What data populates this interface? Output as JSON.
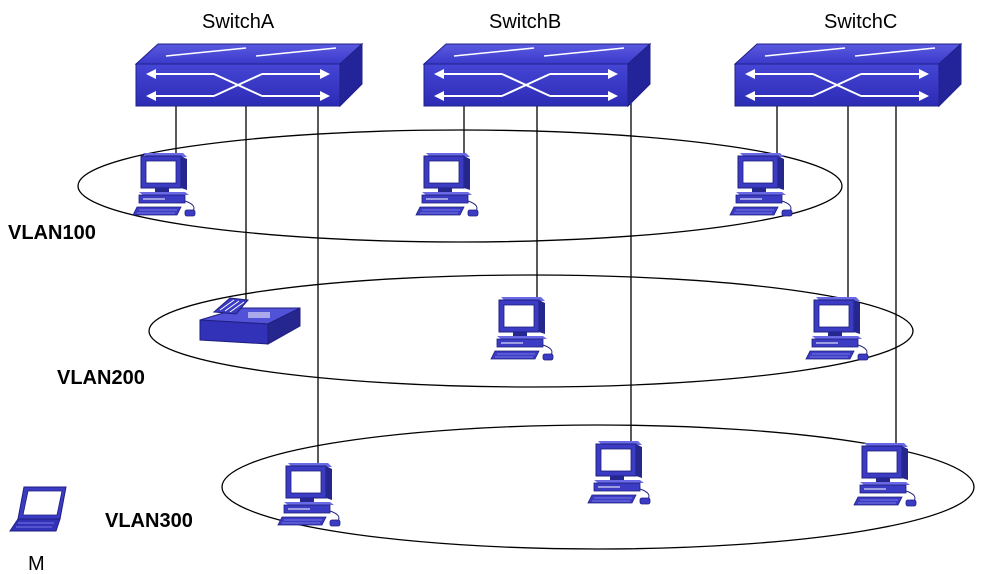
{
  "switches": [
    {
      "id": "switch-a",
      "label": "SwitchA"
    },
    {
      "id": "switch-b",
      "label": "SwitchB"
    },
    {
      "id": "switch-c",
      "label": "SwitchC"
    }
  ],
  "vlans": [
    {
      "id": "vlan100",
      "label": "VLAN100"
    },
    {
      "id": "vlan200",
      "label": "VLAN200"
    },
    {
      "id": "vlan300",
      "label": "VLAN300"
    }
  ],
  "device_m": {
    "label": "M",
    "icon": "laptop-icon"
  },
  "icons": {
    "switch": "network-switch-icon",
    "pc": "desktop-pc-icon",
    "printer": "printer-icon",
    "laptop": "laptop-icon"
  },
  "colors": {
    "device_fill": "#3b3bc4",
    "device_dark": "#26268f",
    "device_light": "#6a6ae6",
    "screen": "#ffffff",
    "line": "#000000"
  }
}
